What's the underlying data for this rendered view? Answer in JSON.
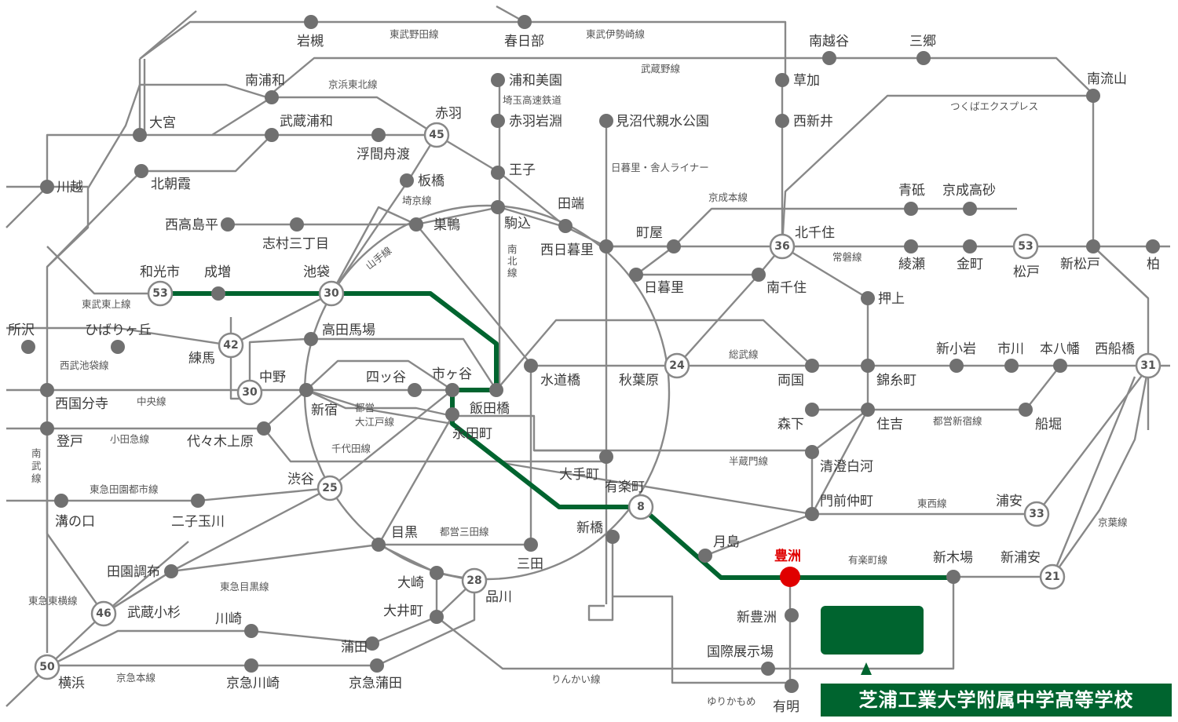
{
  "school_name": "芝浦工業大学附属中学高等学校",
  "highlight_station": "豊洲",
  "colors": {
    "route": "#00642f",
    "line": "#888888",
    "highlight": "#e00000",
    "school_box": "#00642f"
  },
  "stations": {
    "iwatsuki": "岩槻",
    "kasukabe": "春日部",
    "minamikoshigaya": "南越谷",
    "misato": "三郷",
    "nagareyama": "南流山",
    "soka": "草加",
    "nishiarai": "西新井",
    "minamiurawa": "南浦和",
    "omiya": "大宮",
    "musashiurawa": "武蔵浦和",
    "akabane": "赤羽",
    "ukimafunado": "浮間舟渡",
    "urawamisono": "浦和美園",
    "akabaneiwabuchi": "赤羽岩淵",
    "minumadai": "見沼代親水公園",
    "kawagoe": "川越",
    "kitaasaka": "北朝霞",
    "oji": "王子",
    "itabashi": "板橋",
    "tabata": "田端",
    "komagome": "駒込",
    "sugamo": "巣鴨",
    "nishitakashimadaira": "西高島平",
    "shimura": "志村三丁目",
    "aoto": "青砥",
    "keiseitakasago": "京成高砂",
    "machiya": "町屋",
    "kitasenju": "北千住",
    "nishinippori": "西日暮里",
    "nippori": "日暮里",
    "minamisenju": "南千住",
    "ayase": "綾瀬",
    "kanamachi": "金町",
    "matsudo": "松戸",
    "shinmatsudo": "新松戸",
    "kashiwa": "柏",
    "wakoshi": "和光市",
    "narimasu": "成増",
    "ikebukuro": "池袋",
    "oshiage": "押上",
    "tokorozawa": "所沢",
    "hibarigaoka": "ひばりヶ丘",
    "takadanobaba": "高田馬場",
    "nerima": "練馬",
    "shinkoiwa": "新小岩",
    "ichikawa": "市川",
    "motoyawata": "本八幡",
    "nishifunabashi": "西船橋",
    "nakano": "中野",
    "yotsuya": "四ッ谷",
    "ichigaya": "市ヶ谷",
    "iidabashi": "飯田橋",
    "suidobashi": "水道橋",
    "akihabara": "秋葉原",
    "ryogoku": "両国",
    "kinshicho": "錦糸町",
    "nishikokubunji": "西国分寺",
    "shinjuku": "新宿",
    "morishita": "森下",
    "sumiyoshi": "住吉",
    "funabori": "船堀",
    "noborito": "登戸",
    "nagatacho": "永田町",
    "yoyogiuehara": "代々木上原",
    "otemachi": "大手町",
    "kiyosumi": "清澄白河",
    "shibuya": "渋谷",
    "yurakucho": "有楽町",
    "monzennakacho": "門前仲町",
    "urayasu": "浦安",
    "mizonokuchi": "溝の口",
    "futakotamagawa": "二子玉川",
    "shinbashi": "新橋",
    "meguro": "目黒",
    "tsukishima": "月島",
    "toyosu": "豊洲",
    "shinkiba": "新木場",
    "shinurayasu": "新浦安",
    "denenchofu": "田園調布",
    "mita": "三田",
    "osaki": "大崎",
    "shinagawa": "品川",
    "musashikosugi": "武蔵小杉",
    "oimachi": "大井町",
    "shintoyosu": "新豊洲",
    "kawasaki": "川崎",
    "kamata": "蒲田",
    "kokusai": "国際展示場",
    "yokohama": "横浜",
    "keikyukawasaki": "京急川崎",
    "keikyukamata": "京急蒲田",
    "ariake": "有明"
  },
  "lines": {
    "tobu_noda": "東武野田線",
    "tobu_isesaki": "東武伊勢崎線",
    "musashino": "武蔵野線",
    "keihin_tohoku": "京浜東北線",
    "saitama_rapid": "埼玉高速鉄道",
    "nippori_toneri": "日暮里・舎人ライナー",
    "tsukuba": "つくばエクスプレス",
    "keisei": "京成本線",
    "saikyo": "埼京線",
    "yamanote": "山手線",
    "nanboku": "南北線",
    "joban": "常磐線",
    "tobu_tojo": "東武東上線",
    "seibu_ikebukuro": "西武池袋線",
    "sobu": "総武線",
    "chuo": "中央線",
    "toei_oedo": "都営大江戸線",
    "toei_shinjuku": "都営新宿線",
    "odakyu": "小田急線",
    "nanbu": "南武線",
    "chiyoda": "千代田線",
    "hanzomon": "半蔵門線",
    "denentoshi": "東急田園都市線",
    "tozai": "東西線",
    "toei_mita": "都営三田線",
    "yurakucho_line": "有楽町線",
    "keiyo": "京葉線",
    "toyoko": "東急東横線",
    "meguro_line": "東急目黒線",
    "keikyu": "京急本線",
    "rinkai": "りんかい線",
    "yurikamome": "ゆりかもめ"
  },
  "transfer_minutes": {
    "akabane": "45",
    "kitasenju": "36",
    "matsudo": "53",
    "wakoshi": "53",
    "ikebukuro": "30",
    "nerima": "42",
    "akihabara": "24",
    "nishifunabashi": "31",
    "nakano": "30",
    "shibuya": "25",
    "yurakucho": "8",
    "urayasu": "33",
    "shinagawa": "28",
    "shinurayasu": "21",
    "musashikosugi": "46",
    "yokohama": "50"
  }
}
